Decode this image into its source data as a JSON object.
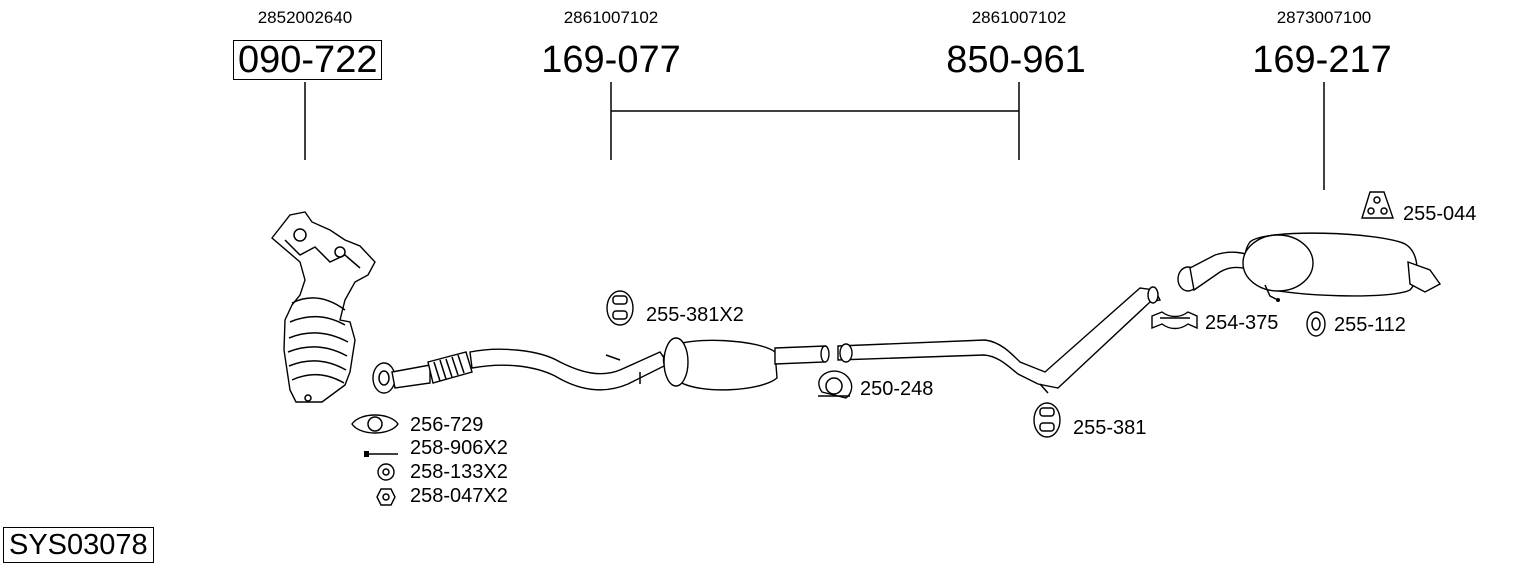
{
  "system_code": "SYS03078",
  "columns": [
    {
      "ref": "2852002640",
      "part": "090-722"
    },
    {
      "ref": "2861007102",
      "part": "169-077"
    },
    {
      "ref": "2861007102",
      "part": "850-961"
    },
    {
      "ref": "2873007100",
      "part": "169-217"
    }
  ],
  "accessories": {
    "a255_381x2": "255-381X2",
    "a250_248": "250-248",
    "a255_381": "255-381",
    "a255_044": "255-044",
    "a254_375": "254-375",
    "a255_112": "255-112",
    "a256_729": "256-729",
    "a258_906x2": "258-906X2",
    "a258_133x2": "258-133X2",
    "a258_047x2": "258-047X2"
  }
}
